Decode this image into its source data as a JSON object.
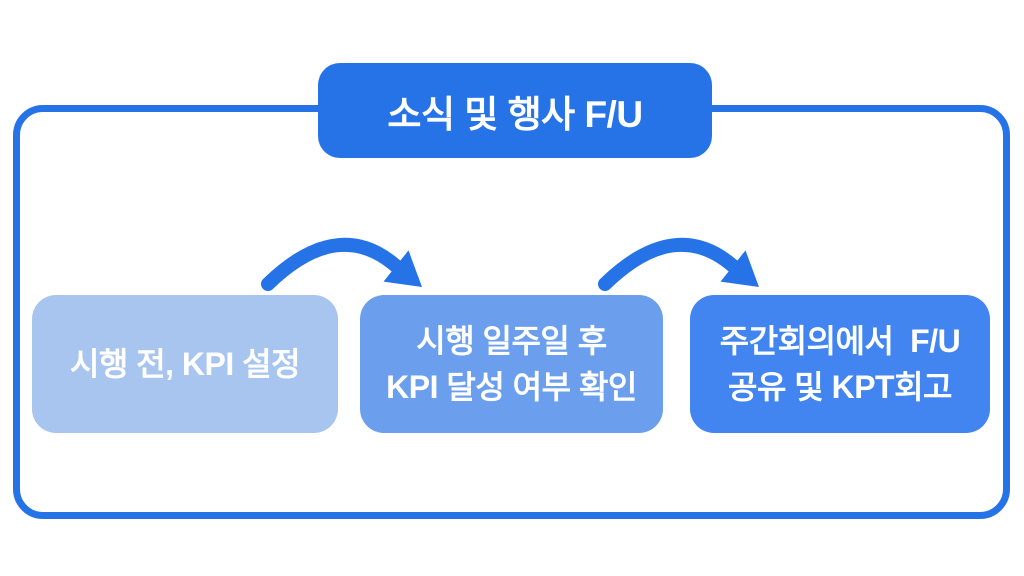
{
  "title": {
    "label": "소식 및 행사 F/U"
  },
  "steps": [
    {
      "label": "시행 전, KPI 설정"
    },
    {
      "label": "시행 일주일 후\nKPI 달성 여부 확인"
    },
    {
      "label": "주간회의에서  F/U\n공유 및 KPT회고"
    }
  ],
  "arrows": {
    "icon": "curved-arrow-right",
    "count": 2
  },
  "colors": {
    "accent": "#2673E8",
    "step1": "#A7C5EF",
    "step2": "#6B9FEE",
    "step3": "#4285F0"
  }
}
